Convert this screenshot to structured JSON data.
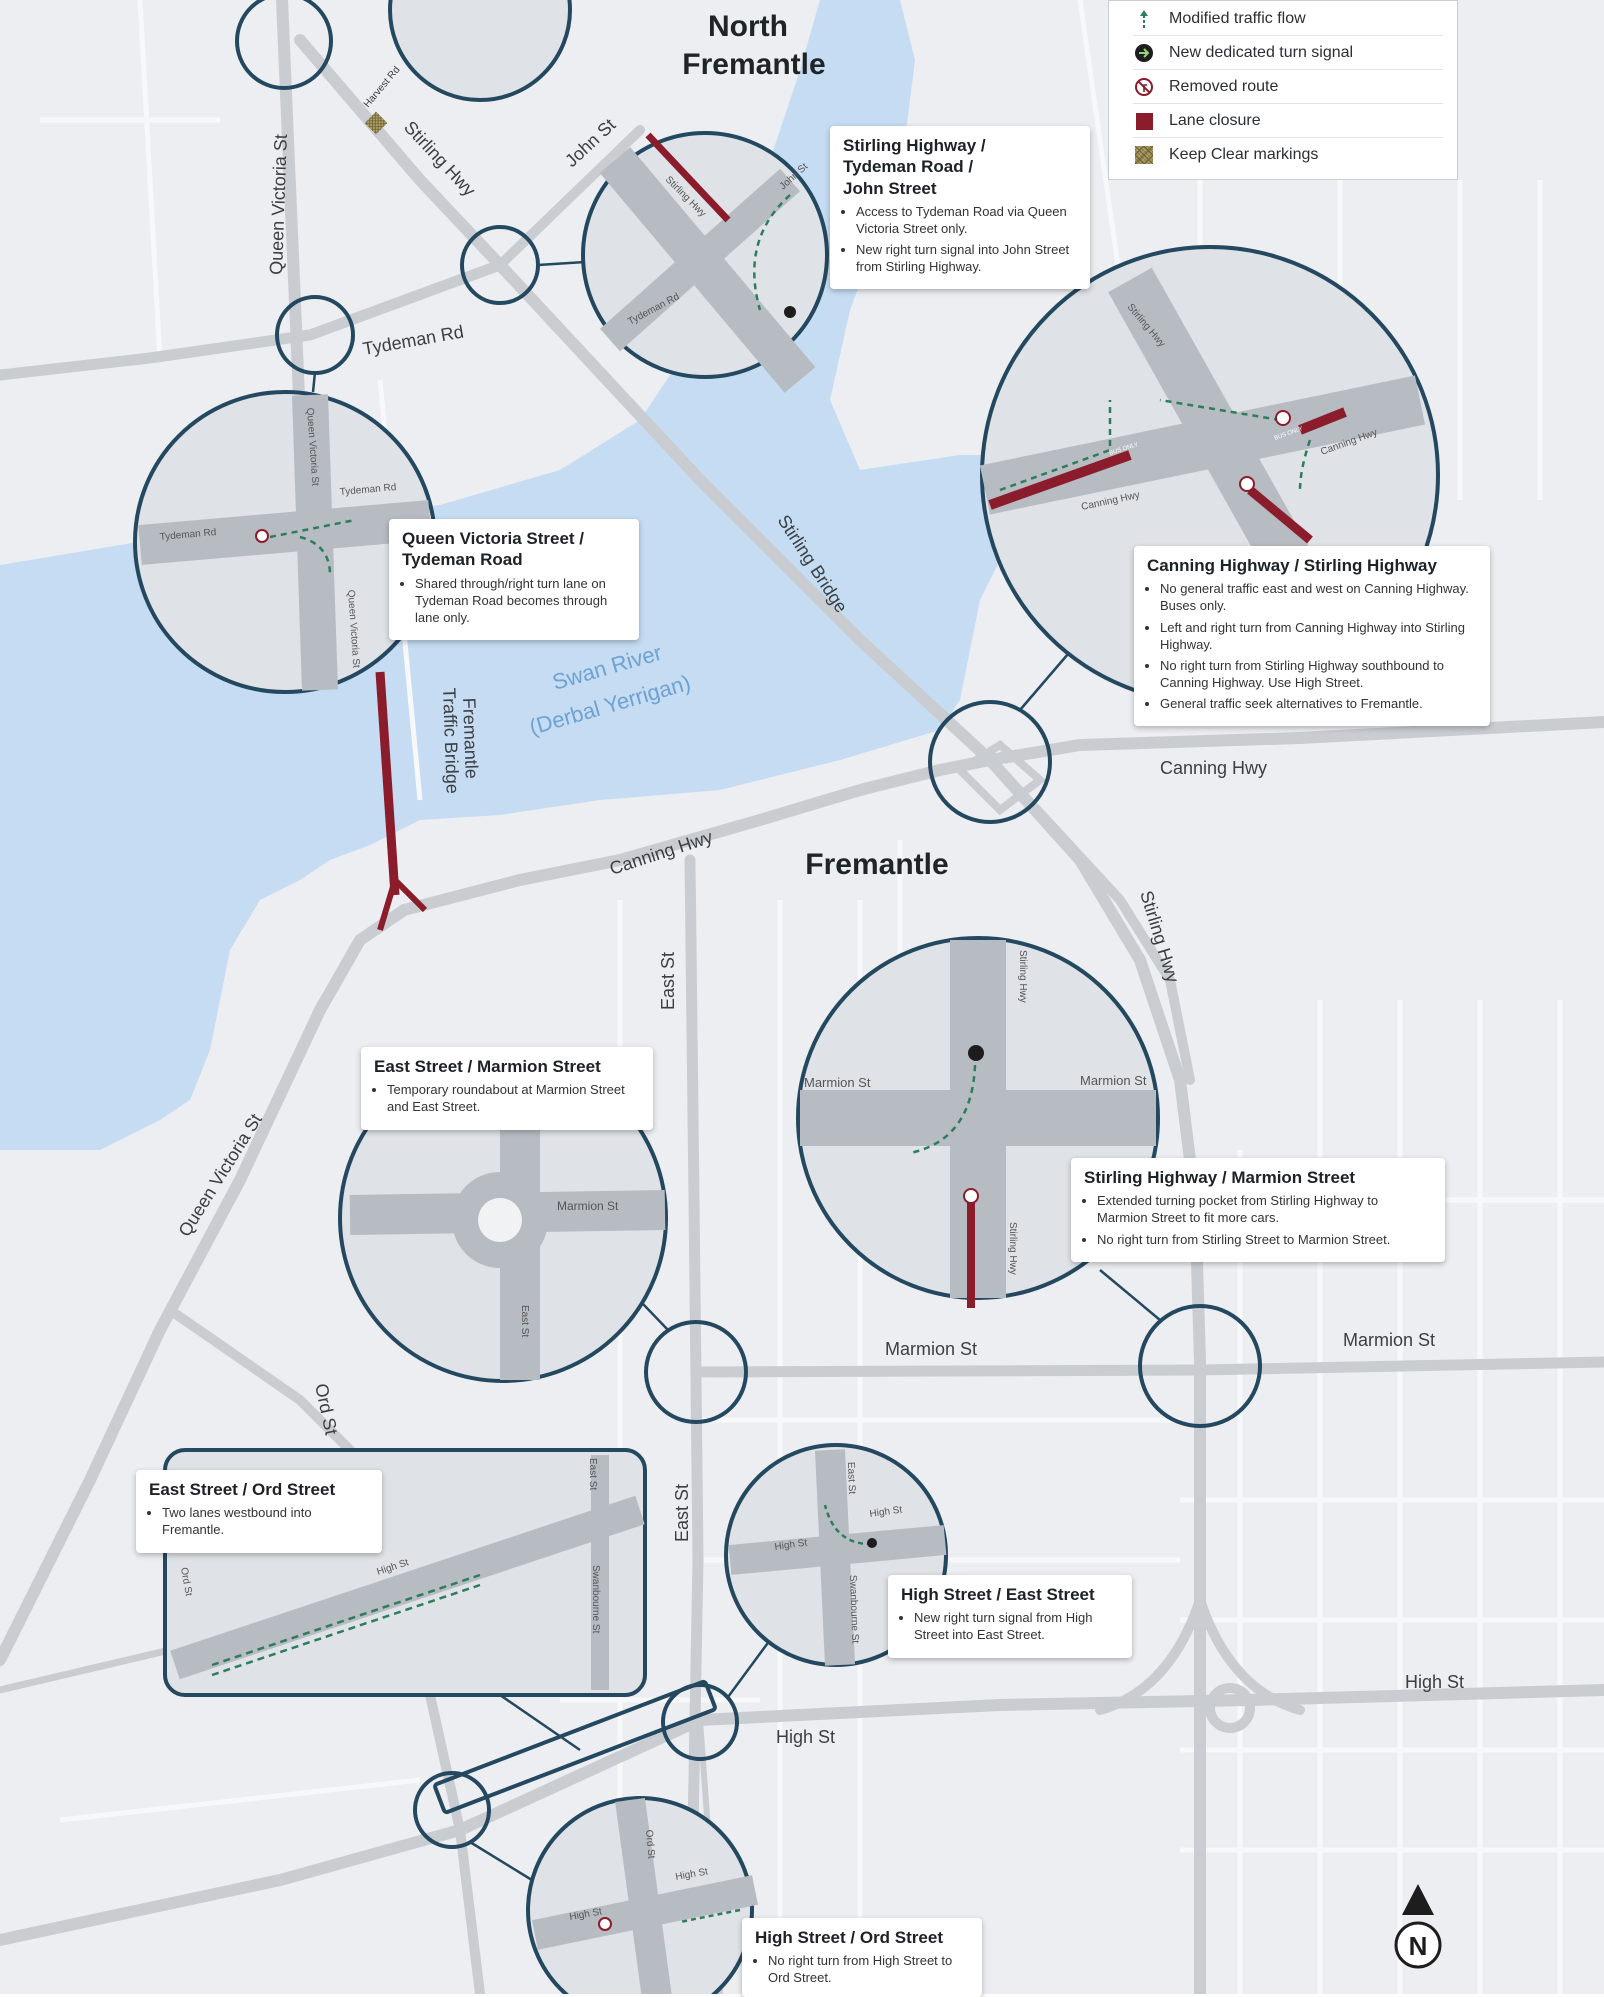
{
  "places": {
    "north_fremantle": "North\nFremantle",
    "fremantle": "Fremantle",
    "river": [
      "Swan River",
      "(Derbal Yerrigan)"
    ]
  },
  "streets": {
    "queen_victoria_st_north": "Queen Victoria St",
    "queen_victoria_st_south": "Queen Victoria St",
    "harvest_rd": "Harvest Rd",
    "stirling_hwy_north": "Stirling Hwy",
    "john_st": "John St",
    "tydeman_rd": "Tydeman Rd",
    "stirling_bridge": "Stirling Bridge",
    "fremantle_traffic_bridge": [
      "Fremantle",
      "Traffic Bridge"
    ],
    "canning_hwy_west": "Canning Hwy",
    "canning_hwy_east": "Canning Hwy",
    "stirling_hwy_south": "Stirling Hwy",
    "east_st_north": "East St",
    "east_st_south": "East St",
    "ord_st": "Ord St",
    "marmion_st_west": "Marmion St",
    "marmion_st_east": "Marmion St",
    "high_st_west": "High St",
    "high_st_east": "High St"
  },
  "inset_labels": {
    "stirling_hwy": "Stirling Hwy",
    "john_st": "John St",
    "tydeman_rd": "Tydeman Rd",
    "queen_victoria_st": "Queen Victoria St",
    "canning_hwy": "Canning Hwy",
    "bus_only": "BUS ONLY",
    "marmion_st": "Marmion St",
    "east_st": "East St",
    "high_st": "High St",
    "ord_st": "Ord St",
    "swanbourne_st": "Swanbourne St"
  },
  "legend": [
    {
      "icon": "modified-traffic-flow-icon",
      "label": "Modified traffic flow"
    },
    {
      "icon": "dedicated-turn-signal-icon",
      "label": "New dedicated turn signal"
    },
    {
      "icon": "removed-route-icon",
      "label": "Removed route"
    },
    {
      "icon": "lane-closure-icon",
      "label": "Lane closure"
    },
    {
      "icon": "keep-clear-icon",
      "label": "Keep Clear markings"
    }
  ],
  "callouts": {
    "stirling_tydeman_john": {
      "title": "Stirling Highway /\nTydeman Road /\nJohn Street",
      "items": [
        "Access to Tydeman Road via Queen Victoria Street only.",
        "New right turn signal into John Street from Stirling Highway."
      ]
    },
    "qv_tydeman": {
      "title": "Queen Victoria Street /\nTydeman Road",
      "items": [
        "Shared through/right turn lane on Tydeman Road becomes through lane only."
      ]
    },
    "canning_stirling": {
      "title": "Canning Highway / Stirling Highway",
      "items": [
        "No general traffic east and west on Canning Highway. Buses only.",
        "Left and right turn from Canning Highway into Stirling Highway.",
        "No right turn from Stirling Highway southbound to Canning Highway. Use High Street.",
        "General traffic seek alternatives to Fremantle."
      ]
    },
    "east_marmion": {
      "title": "East Street / Marmion Street",
      "items": [
        "Temporary roundabout at Marmion Street and East Street."
      ]
    },
    "stirling_marmion": {
      "title": "Stirling Highway / Marmion Street",
      "items": [
        "Extended turning pocket from Stirling Highway to Marmion Street to fit more cars.",
        "No right turn from Stirling Street to Marmion Street."
      ]
    },
    "east_ord": {
      "title": "East Street / Ord Street",
      "items": [
        "Two lanes westbound into Fremantle."
      ]
    },
    "high_east": {
      "title": "High Street / East Street",
      "items": [
        "New right turn signal from High Street into East Street."
      ]
    },
    "high_ord": {
      "title": "High Street / Ord Street",
      "items": [
        "No right turn from High Street to Ord Street."
      ]
    }
  },
  "north_arrow": "N",
  "colors": {
    "water": "#c5dcf2",
    "land": "#eceef1",
    "road": "#c9cdd2",
    "ring": "#24485f",
    "closure": "#8b1c2c",
    "flow": "#2e7d5a"
  }
}
